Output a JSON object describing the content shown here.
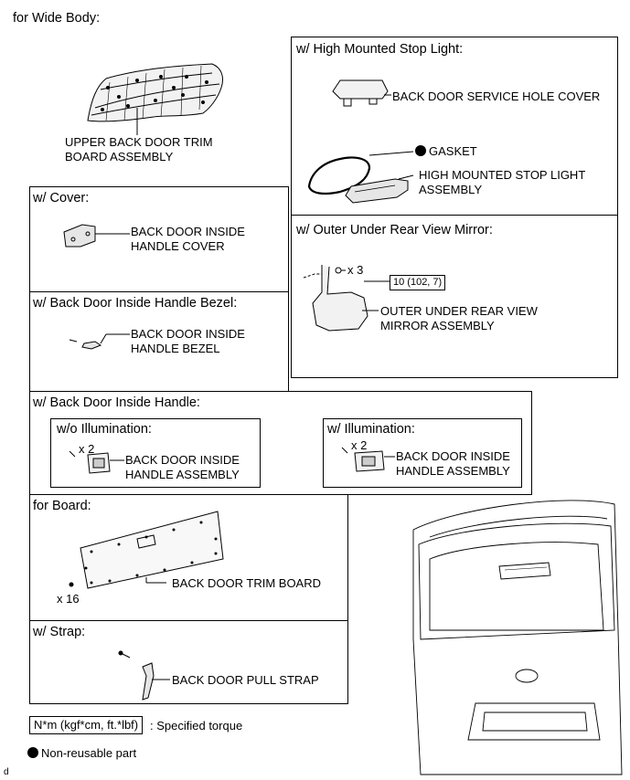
{
  "heading": "for Wide Body:",
  "upper": {
    "label_line1": "UPPER BACK DOOR TRIM",
    "label_line2": "BOARD ASSEMBLY"
  },
  "hmsl": {
    "title": "w/ High Mounted Stop Light:",
    "service_cover": "BACK DOOR SERVICE HOLE COVER",
    "gasket": "GASKET",
    "light_line1": "HIGH MOUNTED STOP LIGHT",
    "light_line2": "ASSEMBLY"
  },
  "mirror": {
    "title": "w/ Outer Under Rear View Mirror:",
    "qty": "x 3",
    "torque": "10 (102, 7)",
    "label_line1": "OUTER UNDER REAR VIEW",
    "label_line2": "MIRROR ASSEMBLY"
  },
  "cover": {
    "title": "w/ Cover:",
    "label_line1": "BACK DOOR INSIDE",
    "label_line2": "HANDLE COVER"
  },
  "bezel": {
    "title": "w/ Back Door Inside Handle Bezel:",
    "label_line1": "BACK DOOR INSIDE",
    "label_line2": "HANDLE BEZEL"
  },
  "handle": {
    "title": "w/ Back Door Inside Handle:",
    "wo": {
      "title": "w/o Illumination:",
      "qty": "x 2",
      "label_line1": "BACK DOOR INSIDE",
      "label_line2": "HANDLE ASSEMBLY"
    },
    "w": {
      "title": "w/ Illumination:",
      "qty": "x 2",
      "label_line1": "BACK DOOR INSIDE",
      "label_line2": "HANDLE ASSEMBLY"
    }
  },
  "board": {
    "title": "for Board:",
    "qty": "x 16",
    "label": "BACK DOOR TRIM BOARD"
  },
  "strap": {
    "title": "w/ Strap:",
    "label": "BACK DOOR PULL STRAP"
  },
  "legend": {
    "torque_box": "N*m (kgf*cm, ft.*lbf)",
    "torque_text": ": Specified torque",
    "nonreusable": "Non-reusable part"
  },
  "corner_mark": "d"
}
